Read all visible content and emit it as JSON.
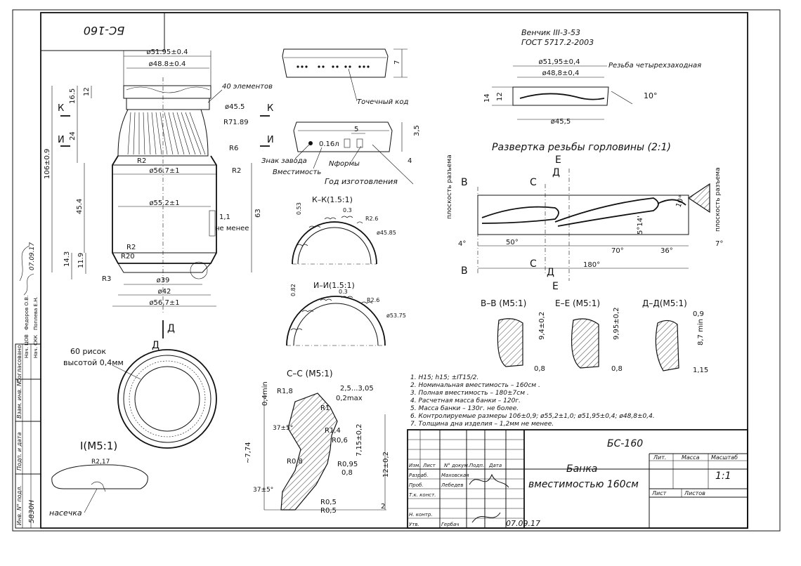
{
  "stamp_corner": "БС-160",
  "finish": {
    "title_line1": "Венчик III-3-53",
    "title_line2": "ГОСТ 5717.2-2003",
    "dia_outer": "ø51,95±0,4",
    "dia_inner": "ø48,8±0,4",
    "thread_label": "Резьба четырехзаходная",
    "dia_bottom": "ø45,5",
    "angle": "10°",
    "h14": "14",
    "h12": "12"
  },
  "main_view": {
    "d_top1": "ø51.95±0.4",
    "d_top2": "ø48.8±0.4",
    "elements": "40 элементов",
    "d455": "ø45.5",
    "r7189": "R71.89",
    "r6": "R6",
    "r2a": "R2",
    "r2b": "R2",
    "d567": "ø56.7±1",
    "d552": "ø55.2±1",
    "h165": "16.5",
    "h12": "12",
    "h24": "24",
    "h1069": "106±0.9",
    "h454": "45.4",
    "h63": "63",
    "h143": "14.3",
    "h119": "11.9",
    "h11": "1,1",
    "ne_menee": "не менее",
    "r2c": "R2",
    "r20": "R20",
    "r3": "R3",
    "d39": "ø39",
    "d42": "ø42",
    "d567b": "ø56,7±1",
    "k_left": "К",
    "k_right": "К",
    "i_left": "И",
    "i_right": "И",
    "h7": "7",
    "h35": "3,5",
    "h4": "4",
    "h5": "5"
  },
  "marks": {
    "tochechny_kod": "Точечный код",
    "znak_zavoda": "Знак завода",
    "vmestimost": "Вместимость",
    "nformy": "Nформы",
    "god": "Год изготовления",
    "mark_text": "0.16л"
  },
  "sections": {
    "kk_title": "К–К(1.5:1)",
    "kk_053": "0.53",
    "kk_03": "0.3",
    "kk_r26": "R2.6",
    "kk_d": "ø45.85",
    "ii_title": "И–И(1.5:1)",
    "ii_082": "0.82",
    "ii_03": "0.3",
    "ii_r26": "R2.6",
    "ii_d": "ø53.75"
  },
  "bottom_view": {
    "d_label": "Д",
    "d_arrow": "Д",
    "risok1": "60 рисок",
    "risok2": "высотой 0,4мм",
    "detail_title": "I(M5:1)",
    "r217": "R2,17",
    "nasechka": "насечка"
  },
  "cc_section": {
    "title": "С–С (М5:1)",
    "d04min": "0,4min",
    "r18": "R1,8",
    "d25": "2,5...3,05",
    "d02": "0,2max",
    "r1": "R1",
    "a37": "37±5°",
    "r14": "R1,4",
    "r06": "R0,6",
    "h774": "~7,74",
    "h715": "7,15±0,2",
    "h12": "12±0,2",
    "r08": "R0,8",
    "r095": "R0,95",
    "d08": "0,8",
    "a37b": "37±5°",
    "r05": "R0,5",
    "r05b": "R0,5",
    "h2": "2"
  },
  "development": {
    "title": "Развертка резьбы горловины (2:1)",
    "B": "В",
    "C": "С",
    "D": "Д",
    "E": "Е",
    "plane": "плоскость разъема",
    "d4": "4°",
    "d50": "50°",
    "d70": "70°",
    "d36": "36°",
    "d180": "180°",
    "d7": "7°",
    "d514": "5°14'",
    "d10": "10°"
  },
  "detail_sections": {
    "bb": "В–В (М5:1)",
    "ee": "Е–Е (М5:1)",
    "dd": "Д–Д(М5:1)",
    "bb_h": "9,4±0,2",
    "bb_w": "0,8",
    "ee_h": "9,95±0,2",
    "ee_w": "0,8",
    "dd_09": "0,9",
    "dd_h": "8,7 min",
    "dd_w": "1,15"
  },
  "notes": [
    "1. H15; h15; ±IT15/2.",
    "2. Номинальная вместимость – 160см .",
    "3. Полная вместимость – 180±7см .",
    "4. Расчетная масса банки – 120г.",
    "5. Масса банки – 130г. не более.",
    "6. Контролируемые размеры 106±0,9; ø55,2±1,0; ø51,95±0,4; ø48,8±0,4.",
    "7. Толщина дна изделия – 1,2мм не менее."
  ],
  "title_block": {
    "designation": "БС-160",
    "name_line1": "Банка",
    "name_line2": "вместимостью 160см",
    "lit": "Лит.",
    "massa": "Масса",
    "masshtab": "Масштаб",
    "scale": "1:1",
    "list": "Лист",
    "listov": "Листов",
    "h_izm": "Изм.",
    "h_list": "Лист",
    "h_ndoc": "N° докум.",
    "h_podp": "Подп.",
    "h_data": "Дата",
    "r_razrab": "Разраб.",
    "r_prov": "Проб.",
    "r_tkontr": "Т.к. конст.",
    "r_nkontr": "Н. контр.",
    "r_utv": "Утв.",
    "n_razrab": "Маховская",
    "n_prov": "Лебедев",
    "n_utv": "Гербач",
    "date_utv": "07.09.17"
  },
  "left_strip": {
    "soglasovano": "Согласовано:",
    "row1": "Нач. ЦОВ",
    "row1b": "Федоров О.В.",
    "row2": "Нач. СКК",
    "row2b": "Поплева Е.Н.",
    "vzam": "Взам. инв. N°",
    "podp_data": "Подп. и дата",
    "inv_podl": "Инв. N° подл.",
    "inv_num": "5830Н",
    "date_sig": "07.09.17"
  }
}
